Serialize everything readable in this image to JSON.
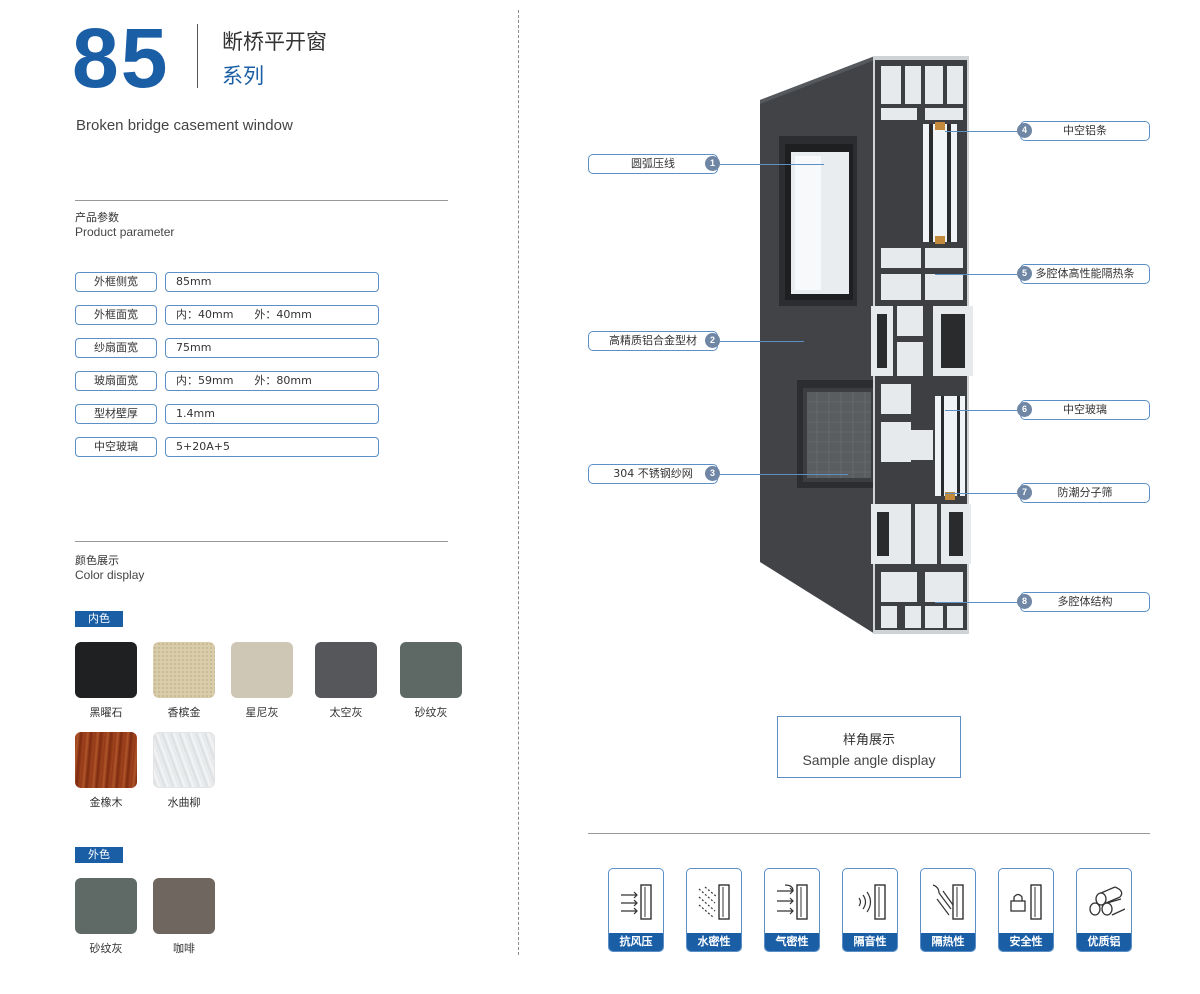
{
  "header": {
    "series_number": "85",
    "title_cn": "断桥平开窗",
    "title_series": "系列",
    "title_en": "Broken bridge casement window"
  },
  "params": {
    "heading_cn": "产品参数",
    "heading_en": "Product parameter",
    "rows": [
      {
        "label": "外框侧宽",
        "value": "85mm"
      },
      {
        "label": "外框面宽",
        "value": "内：40mm      外：40mm"
      },
      {
        "label": "纱扇面宽",
        "value": "75mm"
      },
      {
        "label": "玻扇面宽",
        "value": "内：59mm      外：80mm"
      },
      {
        "label": "型材壁厚",
        "value": "1.4mm"
      },
      {
        "label": "中空玻璃",
        "value": "5+20A+5"
      }
    ]
  },
  "colors": {
    "heading_cn": "颜色展示",
    "heading_en": "Color display",
    "inner_tag": "内色",
    "outer_tag": "外色",
    "inner": [
      {
        "name": "黑曜石",
        "color": "#1e2022"
      },
      {
        "name": "香槟金",
        "color": "#d8ccaa"
      },
      {
        "name": "星尼灰",
        "color": "#cfc7b6"
      },
      {
        "name": "太空灰",
        "color": "#55575a"
      },
      {
        "name": "砂纹灰",
        "color": "#5e6865"
      },
      {
        "name": "金橡木",
        "color": "#9a3d18"
      },
      {
        "name": "水曲柳",
        "color": "#e6e9ea"
      }
    ],
    "outer": [
      {
        "name": "砂纹灰",
        "color": "#5f6966"
      },
      {
        "name": "咖啡",
        "color": "#6f6660"
      }
    ]
  },
  "callouts": [
    {
      "num": "1",
      "label": "圆弧压线"
    },
    {
      "num": "2",
      "label": "高精质铝合金型材"
    },
    {
      "num": "3",
      "label": "304 不锈钢纱网"
    },
    {
      "num": "4",
      "label": "中空铝条"
    },
    {
      "num": "5",
      "label": "多腔体高性能隔热条"
    },
    {
      "num": "6",
      "label": "中空玻璃"
    },
    {
      "num": "7",
      "label": "防潮分子筛"
    },
    {
      "num": "8",
      "label": "多腔体结构"
    }
  ],
  "sample": {
    "cn": "样角展示",
    "en": "Sample angle display"
  },
  "features": [
    {
      "label": "抗风压",
      "icon": "wind-pressure-icon"
    },
    {
      "label": "水密性",
      "icon": "water-tightness-icon"
    },
    {
      "label": "气密性",
      "icon": "air-tightness-icon"
    },
    {
      "label": "隔音性",
      "icon": "sound-insulation-icon"
    },
    {
      "label": "隔热性",
      "icon": "heat-insulation-icon"
    },
    {
      "label": "安全性",
      "icon": "security-lock-icon"
    },
    {
      "label": "优质铝",
      "icon": "aluminum-bars-icon"
    }
  ],
  "theme": {
    "accent": "#1a5ea6",
    "border": "#5b8fc6",
    "profile_dark": "#3d3f42"
  }
}
